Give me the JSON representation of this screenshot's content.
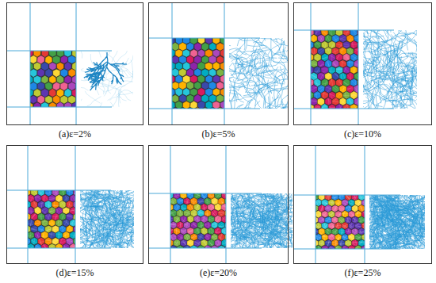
{
  "diagram": {
    "nodes": [
      {
        "text": [
          "(a)ε=2%"
        ]
      },
      {
        "text": [
          "(b)ε=5%"
        ]
      },
      {
        "text": [
          "(c)ε=10%"
        ]
      },
      {
        "text": [
          "(d)ε=15%"
        ]
      },
      {
        "text": [
          "(e)ε=20%"
        ]
      },
      {
        "text": [
          "(f)ε=25%"
        ]
      }
    ]
  }
}
